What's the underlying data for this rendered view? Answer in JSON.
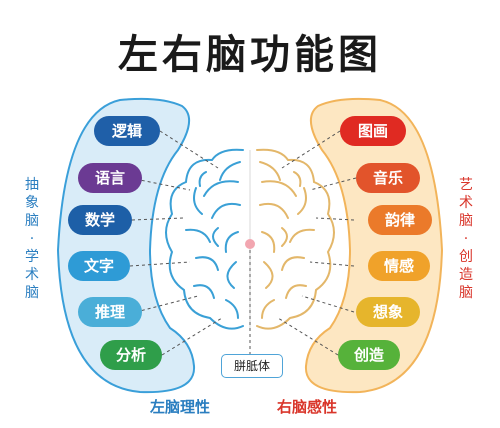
{
  "title": "左右脑功能图",
  "left": {
    "side_label": "抽象脑·学术脑",
    "bottom_label": "左脑理性",
    "items": [
      {
        "label": "逻辑",
        "color": "#1f5fa8"
      },
      {
        "label": "语言",
        "color": "#6b3a93"
      },
      {
        "label": "数学",
        "color": "#1d5fa7"
      },
      {
        "label": "文字",
        "color": "#2e9bd6"
      },
      {
        "label": "推理",
        "color": "#4aaed8"
      },
      {
        "label": "分析",
        "color": "#2f9e4a"
      }
    ]
  },
  "right": {
    "side_label": "艺术脑·创造脑",
    "bottom_label": "右脑感性",
    "items": [
      {
        "label": "图画",
        "color": "#e02a22"
      },
      {
        "label": "音乐",
        "color": "#e2542b"
      },
      {
        "label": "韵律",
        "color": "#eb7a2a"
      },
      {
        "label": "情感",
        "color": "#f0a22a"
      },
      {
        "label": "想象",
        "color": "#e6b52c"
      },
      {
        "label": "创造",
        "color": "#56b23a"
      }
    ]
  },
  "corpus_callosum": "胼胝体",
  "colors": {
    "left_bg": "#d9ecf8",
    "left_outline": "#3a9fd9",
    "right_bg": "#fde7c2",
    "right_outline": "#f2b45a",
    "left_text": "#2a7ec0",
    "right_text": "#d9362b"
  }
}
